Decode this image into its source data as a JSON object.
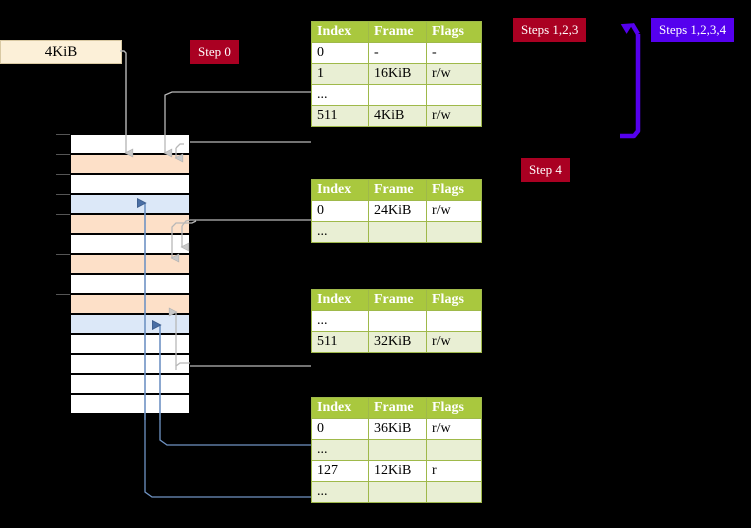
{
  "diagram": {
    "title_box": {
      "label": "4KiB"
    },
    "badges": [
      {
        "name": "step-0",
        "label": "Step 0",
        "color": "#aa0022"
      },
      {
        "name": "steps-1-2-3",
        "label": "Steps 1,2,3",
        "color": "#aa0022"
      },
      {
        "name": "steps-1-2-3-4",
        "label": "Steps 1,2,3,4",
        "color": "#5500ee"
      },
      {
        "name": "step-4",
        "label": "Step 4",
        "color": "#aa0022"
      }
    ],
    "colors": {
      "badge_red": "#aa0022",
      "badge_blue": "#5500ee",
      "table_header": "#a9c83e",
      "table_alt_row": "#e9efd4",
      "highlight": "#fbf69b",
      "mem_orange": "#fde0c8",
      "mem_blue": "#dce8f8",
      "box_cream": "#fcf0d8",
      "wire_gray": "#b0b0b0",
      "wire_blue": "#6f93c4",
      "background": "#000000"
    },
    "memory_column": {
      "rows": [
        {
          "fill": "white"
        },
        {
          "fill": "orange"
        },
        {
          "fill": "white"
        },
        {
          "fill": "blue"
        },
        {
          "fill": "orange"
        },
        {
          "fill": "white"
        },
        {
          "fill": "orange"
        },
        {
          "fill": "white"
        },
        {
          "fill": "orange"
        },
        {
          "fill": "blue"
        },
        {
          "fill": "white"
        },
        {
          "fill": "white"
        },
        {
          "fill": "white"
        },
        {
          "fill": "white"
        }
      ]
    },
    "tables": [
      {
        "name": "page-table-level-1",
        "headers": [
          "Index",
          "Frame",
          "Flags"
        ],
        "rows": [
          {
            "cells": [
              "0",
              "-",
              "-"
            ],
            "alt": false,
            "highlight": false
          },
          {
            "cells": [
              "1",
              "16KiB",
              "r/w"
            ],
            "alt": true,
            "highlight": false
          },
          {
            "cells": [
              "...",
              "",
              ""
            ],
            "alt": false,
            "highlight": false
          },
          {
            "cells": [
              "511",
              "4KiB",
              "r/w"
            ],
            "alt": true,
            "highlight": true
          }
        ]
      },
      {
        "name": "page-table-level-2",
        "headers": [
          "Index",
          "Frame",
          "Flags"
        ],
        "rows": [
          {
            "cells": [
              "0",
              "24KiB",
              "r/w"
            ],
            "alt": false,
            "highlight": false
          },
          {
            "cells": [
              "...",
              "",
              ""
            ],
            "alt": true,
            "highlight": false
          }
        ]
      },
      {
        "name": "page-table-level-3",
        "headers": [
          "Index",
          "Frame",
          "Flags"
        ],
        "rows": [
          {
            "cells": [
              "...",
              "",
              ""
            ],
            "alt": false,
            "highlight": false
          },
          {
            "cells": [
              "511",
              "32KiB",
              "r/w"
            ],
            "alt": true,
            "highlight": false
          }
        ]
      },
      {
        "name": "page-table-level-4",
        "headers": [
          "Index",
          "Frame",
          "Flags"
        ],
        "rows": [
          {
            "cells": [
              "0",
              "36KiB",
              "r/w"
            ],
            "alt": false,
            "highlight": false
          },
          {
            "cells": [
              "...",
              "",
              ""
            ],
            "alt": true,
            "highlight": false
          },
          {
            "cells": [
              "127",
              "12KiB",
              "r"
            ],
            "alt": false,
            "highlight": false
          },
          {
            "cells": [
              "...",
              "",
              ""
            ],
            "alt": true,
            "highlight": false
          }
        ]
      }
    ]
  }
}
